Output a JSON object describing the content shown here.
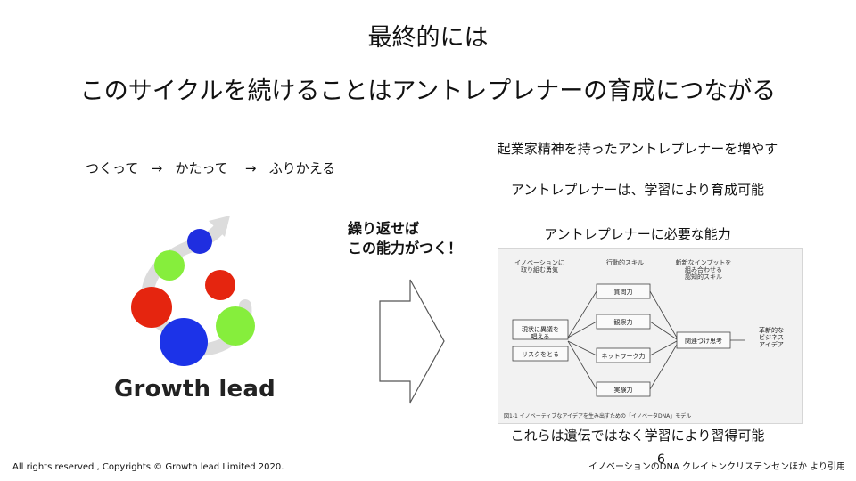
{
  "title": {
    "line1": "最終的には",
    "line2": "このサイクルを続けることはアントレプレナーの育成につながる"
  },
  "cycle": {
    "step1": "つくって",
    "step2": "かたって",
    "step3": "ふりかえる",
    "arrow": "→"
  },
  "repeat": {
    "line1": "繰り返せば",
    "line2": "この能力がつく！"
  },
  "logo": {
    "text": "Growth lead",
    "icon": "growth-cycle-logo"
  },
  "right": {
    "line1": "起業家精神を持ったアントレプレナーを増やす",
    "line2": "アントレプレナーは、学習により育成可能",
    "line3": "アントレプレナーに必要な能力",
    "line4": "これらは遺伝ではなく学習により習得可能"
  },
  "diagram": {
    "col1": "イノベーションに\n取り組む勇気",
    "col2": "行動的スキル",
    "col3": "斬新なインプットを\n組み合わせる\n認知的スキル",
    "box_left1": "現状に異議を\n唱える",
    "box_left2": "リスクをとる",
    "box_mid1": "質問力",
    "box_mid2": "観察力",
    "box_mid3": "ネットワーク力",
    "box_mid4": "実験力",
    "box_right": "関連づけ思考",
    "result": "革新的な\nビジネス\nアイデア",
    "caption": "図1-1 イノベーティブなアイデアを生み出すための「イノベータDNA」モデル"
  },
  "footer": {
    "copyright": "All rights reserved , Copyrights © Growth lead Limited 2020.",
    "page": "6",
    "citation": "イノベーションのDNA クレイトンクリステンセンほか より引用"
  },
  "colors": {
    "red": "#e5250f",
    "green": "#86ee3c",
    "blue": "#1c33e8",
    "small_blue": "#1f2ee0",
    "swirl": "#dcdcdc"
  }
}
